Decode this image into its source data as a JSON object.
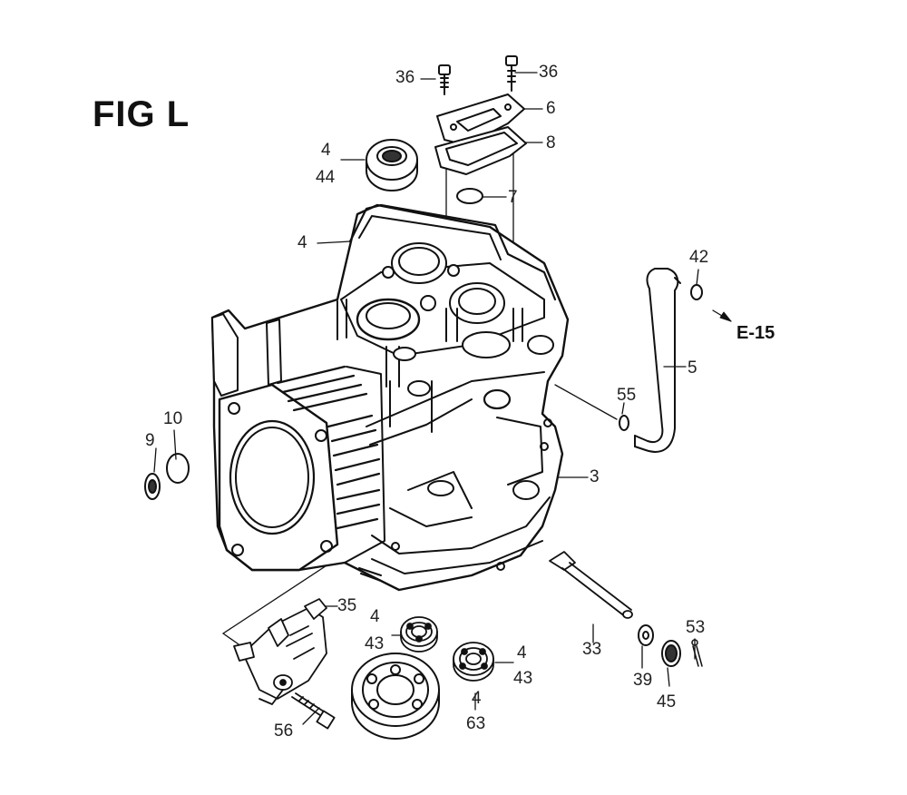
{
  "title": "FIG L",
  "cross_reference": "E-15",
  "callouts": {
    "bolt_left": "36",
    "bolt_right": "36",
    "cover": "6",
    "cover_gasket": "8",
    "plug": "7",
    "seal_assy": "4",
    "seal": "44",
    "block_top": "4",
    "tube_clip": "42",
    "breather_tube": "5",
    "oring": "55",
    "crankcase": "3",
    "washer_left": "9",
    "oring_left": "10",
    "gov_bolt": "35",
    "bearing_a_assy": "4",
    "bearing_a": "43",
    "bearing_b_assy": "4",
    "bearing_b": "43",
    "bearing_c_assy": "4",
    "bearing_c": "63",
    "gov_arm_bolt": "56",
    "shaft": "33",
    "washer_39": "39",
    "nut_45": "45",
    "pin_53": "53"
  }
}
